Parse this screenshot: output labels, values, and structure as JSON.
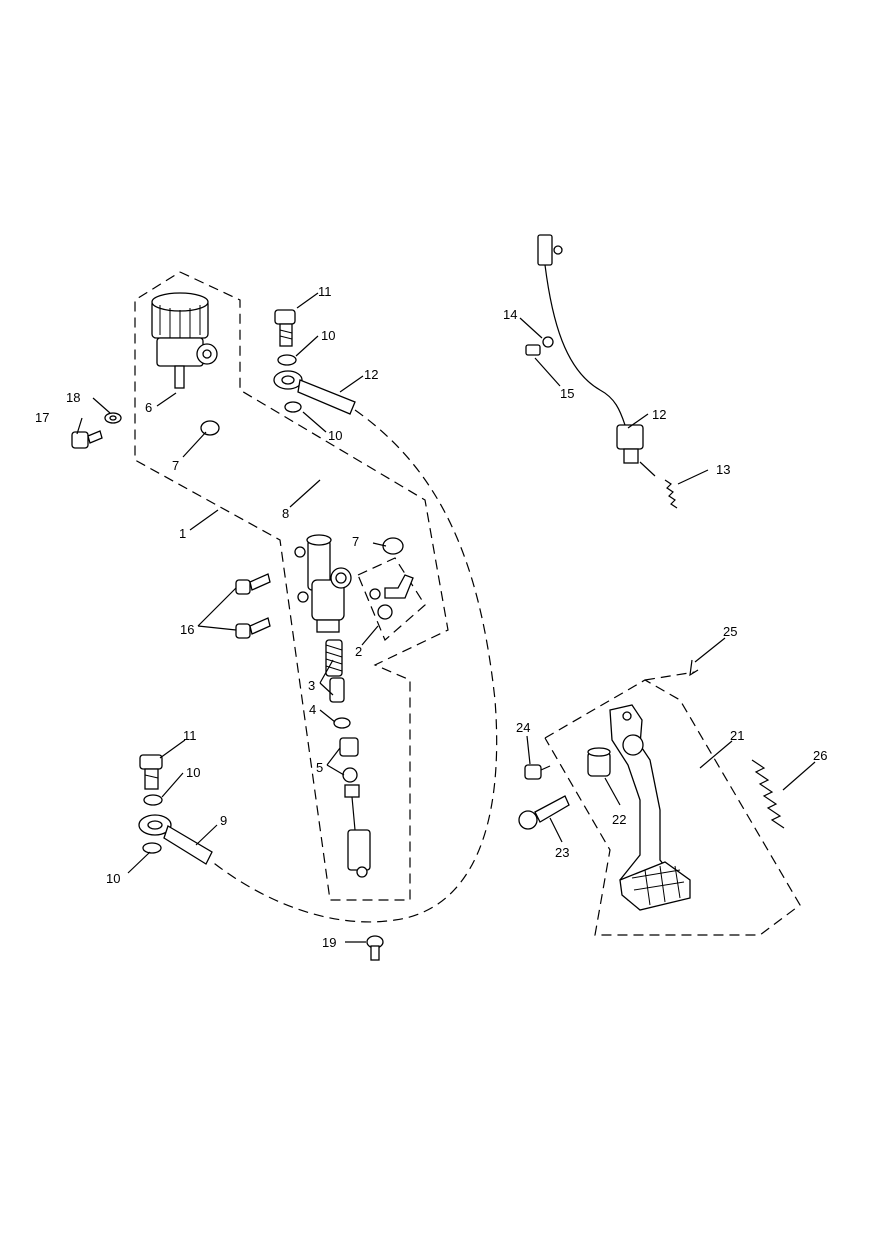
{
  "callouts": {
    "c1": "1",
    "c2": "2",
    "c3": "3",
    "c4": "4",
    "c5": "5",
    "c6": "6",
    "c7a": "7",
    "c7b": "7",
    "c8": "8",
    "c9": "9",
    "c10a": "10",
    "c10b": "10",
    "c10c": "10",
    "c10d": "10",
    "c11a": "11",
    "c11b": "11",
    "c12a": "12",
    "c12b": "12",
    "c13": "13",
    "c14": "14",
    "c15": "15",
    "c16": "16",
    "c17": "17",
    "c18": "18",
    "c19": "19",
    "c21": "21",
    "c22": "22",
    "c23": "23",
    "c24": "24",
    "c25": "25",
    "c26": "26"
  },
  "icons": {
    "reservoir": "reservoir-icon",
    "master_cylinder": "master-cylinder-icon",
    "brake_pedal": "brake-pedal-icon",
    "switch": "brake-light-switch-icon"
  }
}
